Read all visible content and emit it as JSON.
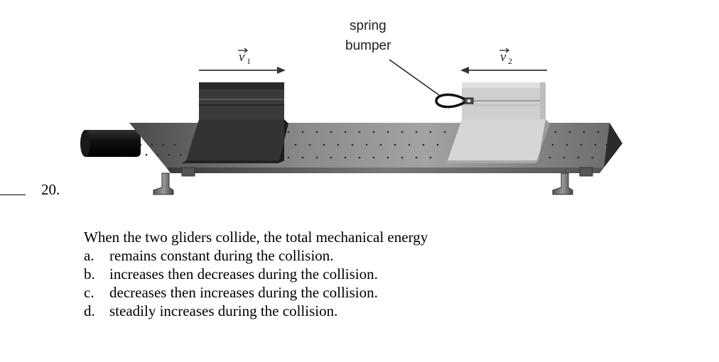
{
  "question": {
    "number": "20.",
    "stem": "When the two gliders collide, the total mechanical energy",
    "choices": [
      {
        "letter": "a.",
        "text": "remains constant during the collision."
      },
      {
        "letter": "b.",
        "text": "increases then decreases during the collision."
      },
      {
        "letter": "c.",
        "text": "decreases then increases during the collision."
      },
      {
        "letter": "d.",
        "text": "steadily increases during the collision."
      }
    ]
  },
  "figure": {
    "spring_label_line1": "spring",
    "spring_label_line2": "bumper",
    "v1_symbol": "v",
    "v1_subscript": "1",
    "v2_symbol": "v",
    "v2_subscript": "2"
  }
}
